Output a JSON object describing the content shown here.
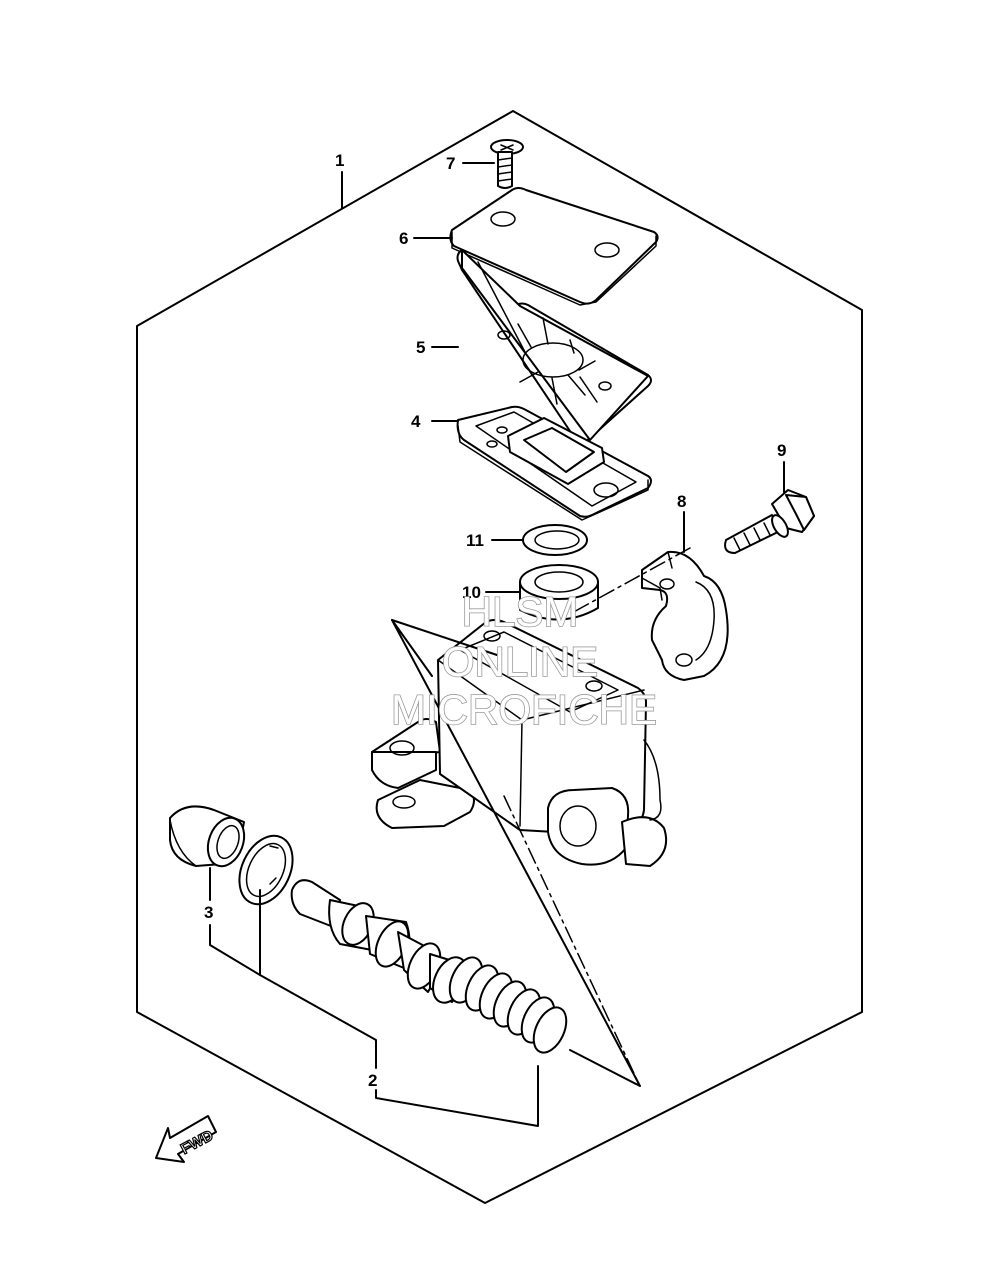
{
  "callouts": {
    "c1": "1",
    "c2": "2",
    "c3": "3",
    "c4": "4",
    "c5": "5",
    "c6": "6",
    "c7": "7",
    "c8": "8",
    "c9": "9",
    "c10": "10",
    "c11": "11"
  },
  "direction_arrow": {
    "label": "FWD"
  },
  "watermark": {
    "line1": "HLSM",
    "line2": "ONLINE",
    "line3": "MICROFICHE"
  }
}
